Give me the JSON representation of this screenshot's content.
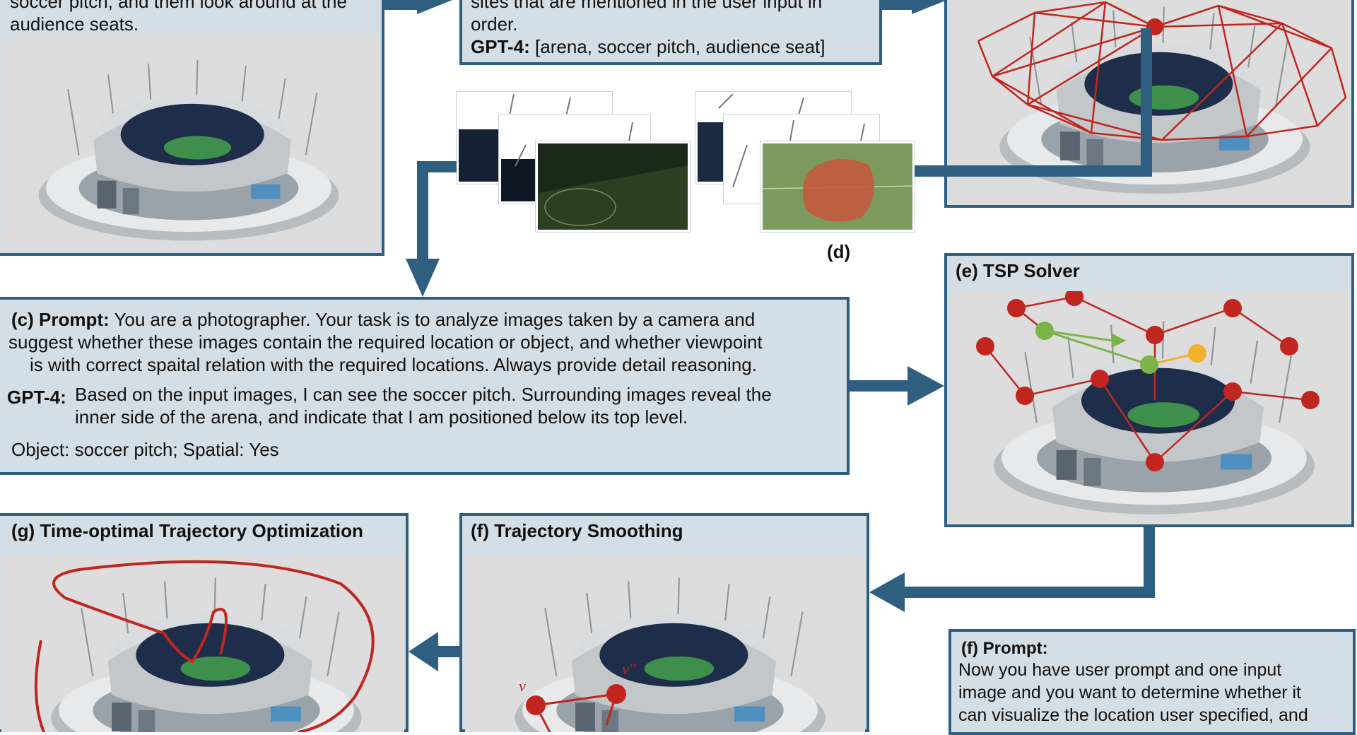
{
  "panel_a": {
    "text_line1": "soccer pitch, and them look around at the",
    "text_line2": "audience seats."
  },
  "panel_b": {
    "text_line1": "sites that are mentioned in the user input in",
    "text_line2": "order.",
    "gpt_label": "GPT-4:",
    "gpt_answer": "[arena, soccer pitch, audience seat]"
  },
  "label_d": "(d)",
  "panel_c": {
    "prompt_label": "(c) Prompt:",
    "prompt_line1": "You are a photographer. Your task is to analyze images taken by a camera and",
    "prompt_line2": "suggest whether these images contain the required location or object, and whether viewpoint",
    "prompt_line3": "is with correct spaital relation with the required locations. Always provide detail reasoning.",
    "gpt_label": "GPT-4:",
    "gpt_line1": "Based on the input images, I can see the soccer pitch. Surrounding images reveal the",
    "gpt_line2": "inner side of the arena, and indicate that I am positioned below its top level.",
    "result": "Object: soccer pitch; Spatial: Yes"
  },
  "panel_e": {
    "title": "(e) TSP Solver"
  },
  "panel_g": {
    "title": "(g) Time-optimal Trajectory Optimization"
  },
  "panel_f": {
    "title": "(f) Trajectory Smoothing",
    "label_v": "v",
    "label_v2": "v''"
  },
  "panel_f_prompt": {
    "title": "(f) Prompt:",
    "line1": "Now you have user prompt and one input",
    "line2": "image and you want to determine whether it",
    "line3": "can visualize the location user specified, and"
  },
  "colors": {
    "panel_border": "#2f5f80",
    "panel_fill": "#d4dee6",
    "route_red": "#c0261f",
    "waypoint_green": "#7bb54a",
    "waypoint_yellow": "#f2b12a"
  }
}
